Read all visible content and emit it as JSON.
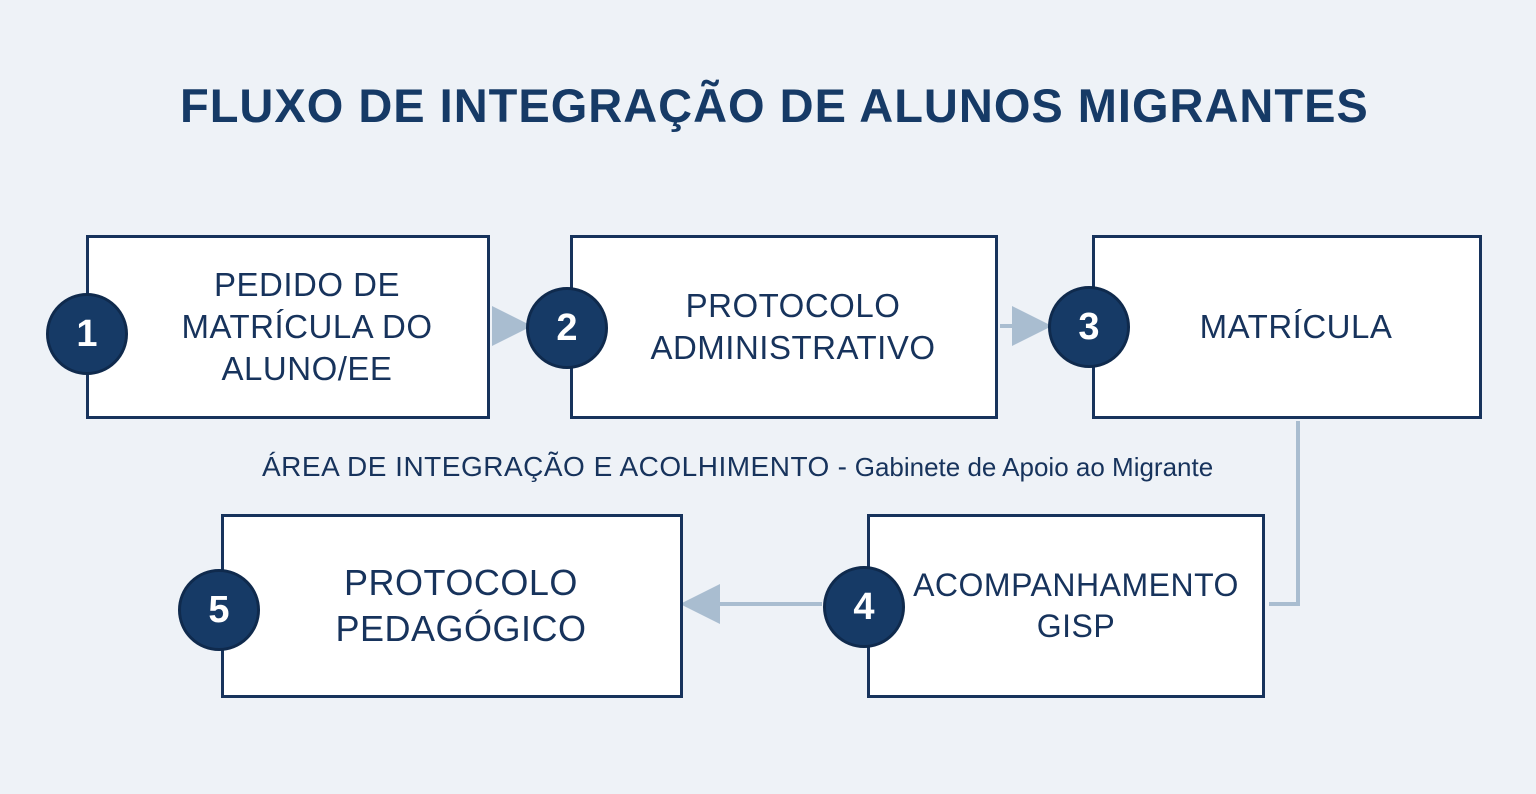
{
  "title": "FLUXO DE INTEGRAÇÃO DE ALUNOS MIGRANTES",
  "steps": [
    {
      "number": "1",
      "label": "PEDIDO DE\nMATRÍCULA DO\nALUNO/EE"
    },
    {
      "number": "2",
      "label": "PROTOCOLO\nADMINISTRATIVO"
    },
    {
      "number": "3",
      "label": "MATRÍCULA"
    },
    {
      "number": "4",
      "label": "ACOMPANHAMENTO\nGISP"
    },
    {
      "number": "5",
      "label": "PROTOCOLO\nPEDAGÓGICO"
    }
  ],
  "area": {
    "name": "ÁREA DE INTEGRAÇÃO E ACOLHIMENTO",
    "separator": " - ",
    "detail": "Gabinete de Apoio ao Migrante"
  },
  "colors": {
    "background": "#eef2f7",
    "primary": "#163a66",
    "connector": "#a9bdd0"
  }
}
